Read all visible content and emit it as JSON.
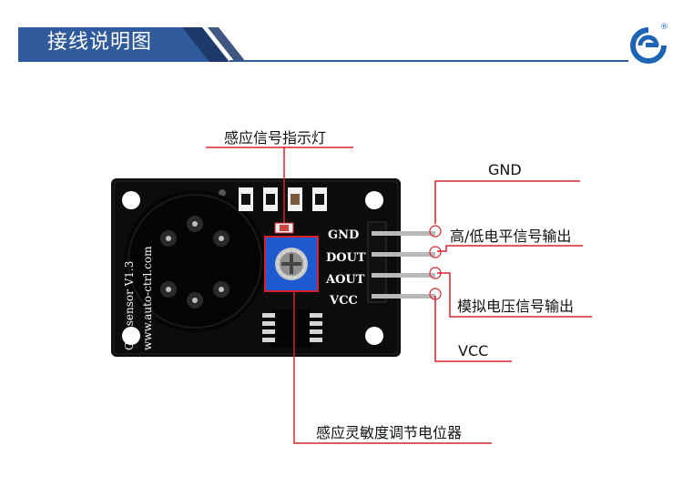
{
  "header": {
    "title": "接线说明图",
    "logo_registered_mark": "®"
  },
  "board": {
    "silkscreen_name": "Gas sensor V1.3",
    "silkscreen_url": "www.auto-ctrl.com",
    "pins": [
      "GND",
      "DOUT",
      "AOUT",
      "VCC"
    ]
  },
  "callouts": {
    "indicator_led": "感应信号指示灯",
    "gnd": "GND",
    "digital_output": "高/低电平信号输出",
    "analog_output": "模拟电压信号输出",
    "vcc": "VCC",
    "sensitivity_pot": "感应灵敏度调节电位器"
  },
  "colors": {
    "header_blue": "#2f5a9b",
    "header_dark": "#1d3a6b",
    "callout_red": "#d9232b",
    "board_black": "#0c0c0c",
    "pot_blue": "#1e5bd1"
  }
}
